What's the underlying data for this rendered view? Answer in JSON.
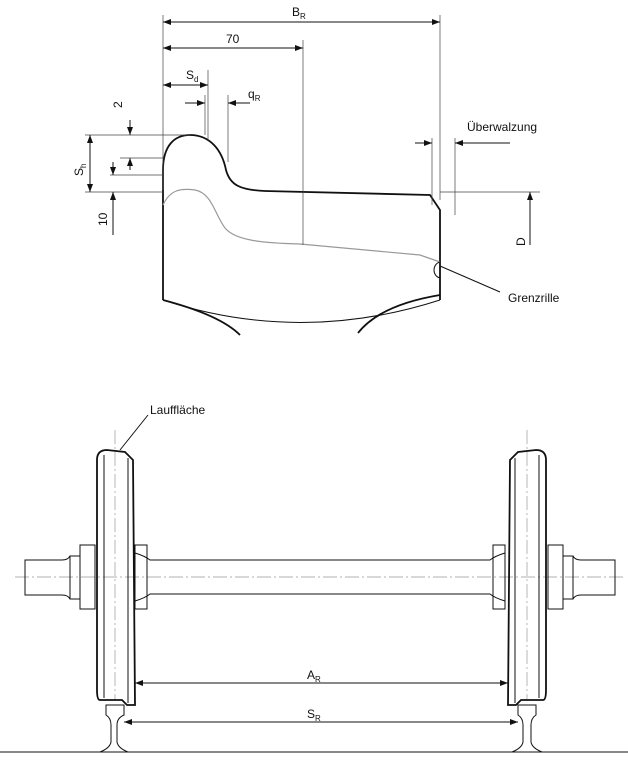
{
  "profile": {
    "labels": {
      "b_r": "B",
      "b_r_sub": "R",
      "seventy": "70",
      "s_d": "S",
      "s_d_sub": "d",
      "q_r": "q",
      "q_r_sub": "R",
      "two": "2",
      "s_h": "S",
      "s_h_sub": "h",
      "ten": "10",
      "ueberwalzung": "Überwalzung",
      "d": "D",
      "grenzrille": "Grenzrille"
    }
  },
  "wheelset": {
    "labels": {
      "lauffläche": "Lauffläche",
      "a_r": "A",
      "a_r_sub": "R",
      "s_r": "S",
      "s_r_sub": "R"
    }
  }
}
